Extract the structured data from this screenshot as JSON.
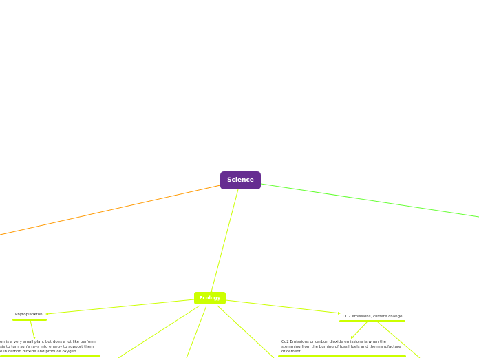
{
  "colors": {
    "root": "#662d91",
    "ecology": "#ccff00",
    "orange_branch": "#ff9900",
    "green_branch": "#66ff33"
  },
  "root": {
    "label": "Science"
  },
  "ecology": {
    "label": "Ecology",
    "children": [
      {
        "label": "Phytoplankton",
        "detail": "on is a very small plant but does a lot like perform\nsis to turn sun's rays into energy to support them\ne in carbon dioxide and produce oxygen"
      },
      {
        "label": "CO2 emissions, climate change",
        "detail": "Co2 Emissions or carbon dioxide emissions is when the\nstemming from the burning of fossil fuels and the manufacture\nof cement"
      }
    ]
  }
}
